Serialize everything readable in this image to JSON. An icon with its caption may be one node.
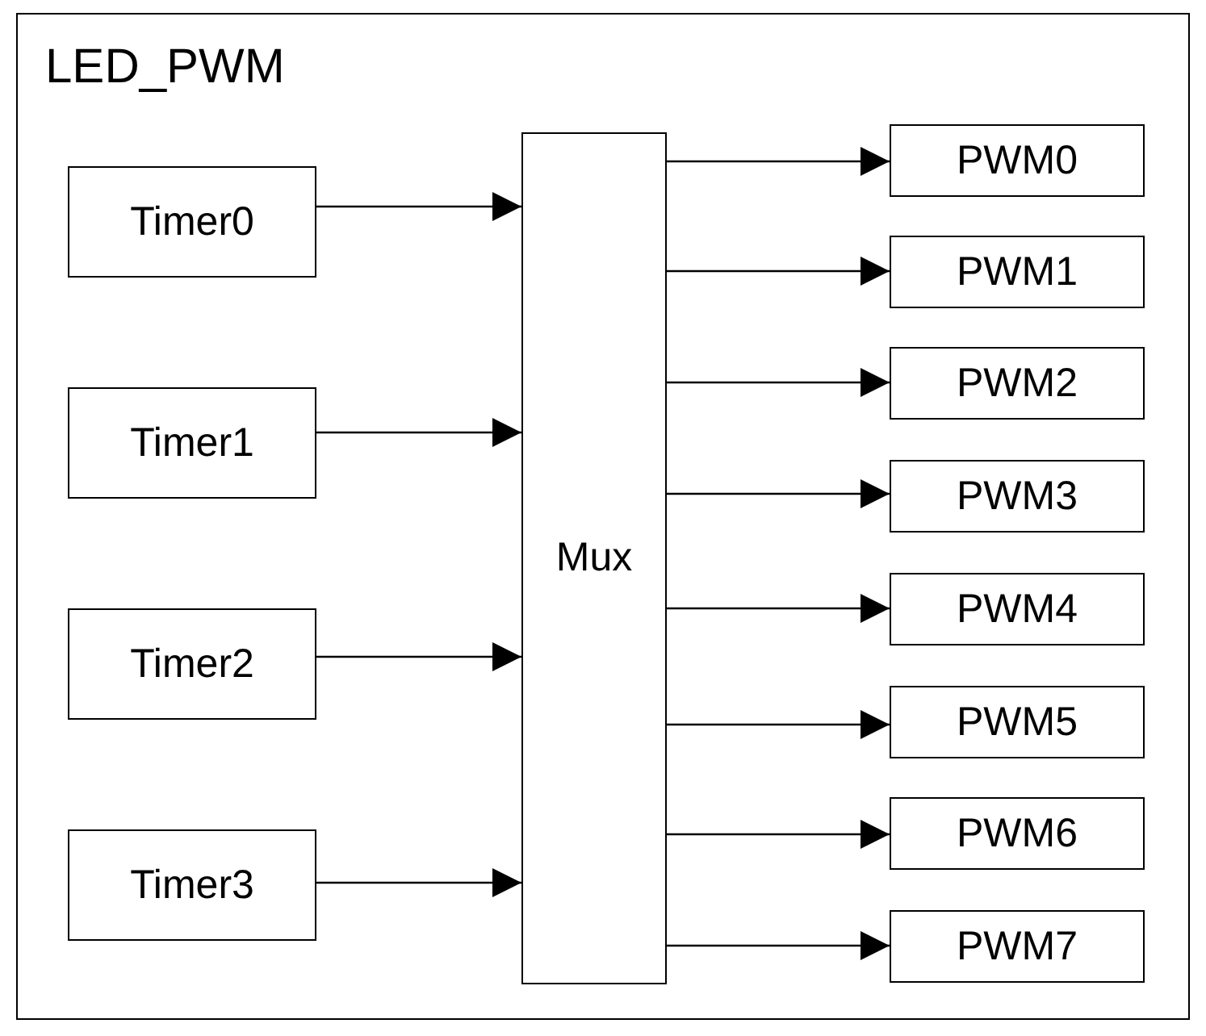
{
  "diagram": {
    "nodes": [
      {
        "text": [
          "LED_PWM"
        ]
      },
      {
        "text": [
          "Timer0"
        ],
        "in": 0
      },
      {
        "text": [
          "Timer1"
        ],
        "in": 0
      },
      {
        "text": [
          "Timer2"
        ],
        "in": 0
      },
      {
        "text": [
          "Timer3"
        ],
        "in": 0
      },
      {
        "text": [
          "Mux"
        ],
        "in": 0
      },
      {
        "text": [
          "PWM0"
        ],
        "in": 0
      },
      {
        "text": [
          "PWM1"
        ],
        "in": 0
      },
      {
        "text": [
          "PWM2"
        ],
        "in": 0
      },
      {
        "text": [
          "PWM3"
        ],
        "in": 0
      },
      {
        "text": [
          "PWM4"
        ],
        "in": 0
      },
      {
        "text": [
          "PWM5"
        ],
        "in": 0
      },
      {
        "text": [
          "PWM6"
        ],
        "in": 0
      },
      {
        "text": [
          "PWM7"
        ],
        "in": 0
      }
    ],
    "edges": [
      {
        "from": 1,
        "to": 5,
        "arrow": "to"
      },
      {
        "from": 2,
        "to": 5,
        "arrow": "to"
      },
      {
        "from": 3,
        "to": 5,
        "arrow": "to"
      },
      {
        "from": 4,
        "to": 5,
        "arrow": "to"
      },
      {
        "from": 5,
        "to": 6,
        "arrow": "to"
      },
      {
        "from": 5,
        "to": 7,
        "arrow": "to"
      },
      {
        "from": 5,
        "to": 8,
        "arrow": "to"
      },
      {
        "from": 5,
        "to": 9,
        "arrow": "to"
      },
      {
        "from": 5,
        "to": 10,
        "arrow": "to"
      },
      {
        "from": 5,
        "to": 11,
        "arrow": "to"
      },
      {
        "from": 5,
        "to": 12,
        "arrow": "to"
      },
      {
        "from": 5,
        "to": 13,
        "arrow": "to"
      }
    ]
  }
}
